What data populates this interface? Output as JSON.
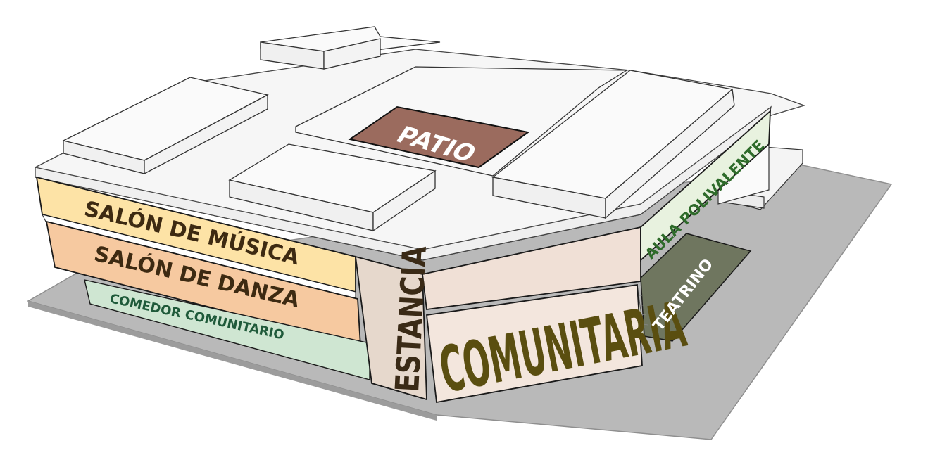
{
  "labels": {
    "patio": "PATIO",
    "salon_musica": "SALÓN DE MÚSICA",
    "salon_danza": "SALÓN DE DANZA",
    "comedor": "COMEDOR COMUNITARIO",
    "estancia": "ESTANCIA",
    "comunitaria": "COMUNITARIA",
    "aula_polivalente": "AULA POLIVALENTE",
    "teatrino": "TEATRINO"
  },
  "colors": {
    "ground": "#bdbdbd",
    "roof": "#f7f7f7",
    "outline": "#1a1a1a",
    "patio": "#9b6b5e",
    "musica": "#fde3a6",
    "danza": "#f6c9a0",
    "comedor": "#cfe6d2",
    "estancia": "#e8dcd2",
    "comunitaria_text": "#5a4e10",
    "aula_text": "#2e6b2a",
    "teatrino": "#6e7560",
    "dark_text": "#3d2a12"
  }
}
